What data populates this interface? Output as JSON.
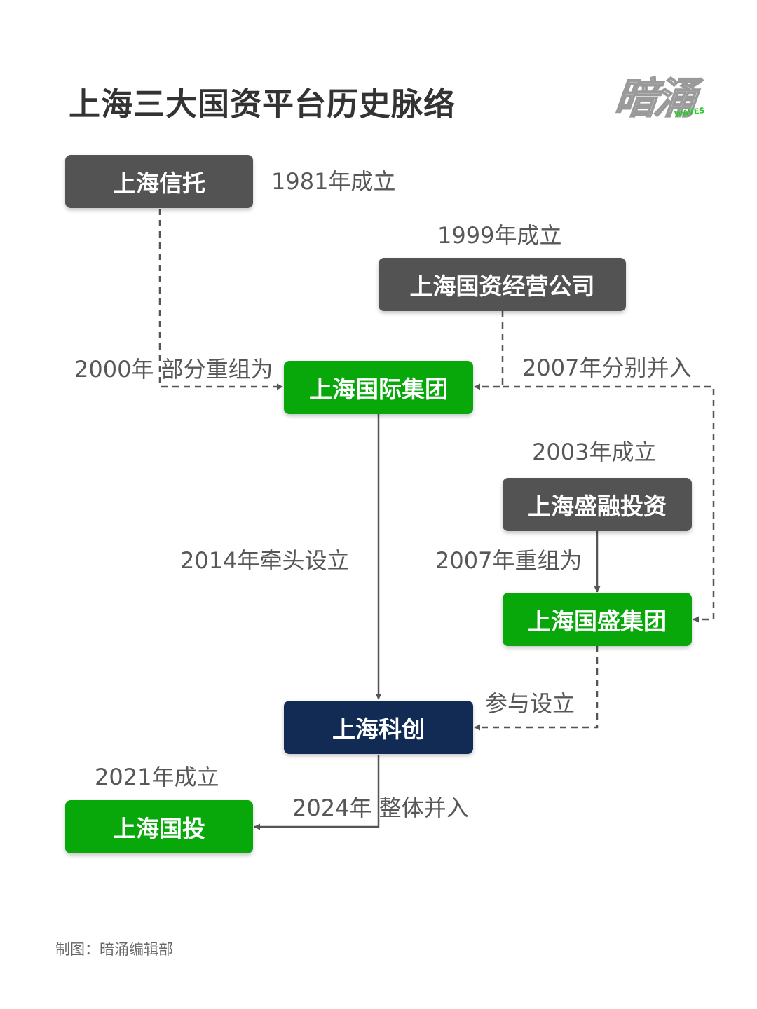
{
  "title": "上海三大国资平台历史脉络",
  "logo": {
    "text": "暗涌",
    "sub": "WAVES"
  },
  "nodes": {
    "shanghai_trust": "上海信托",
    "state_asset_mgmt": "上海国资经营公司",
    "international_group": "上海国际集团",
    "shengrong_invest": "上海盛融投资",
    "guosheng_group": "上海国盛集团",
    "kechuang": "上海科创",
    "guotou": "上海国投"
  },
  "labels": {
    "trust_founded": "1981年成立",
    "asset_mgmt_founded": "1999年成立",
    "reorg_2000": "2000年 部分重组为",
    "merge_2007": "2007年分别并入",
    "shengrong_founded": "2003年成立",
    "lead_2014": "2014年牵头设立",
    "reorg_2007": "2007年重组为",
    "participate": "参与设立",
    "guotou_founded": "2021年成立",
    "merge_2024": "2024年  整体并入"
  },
  "footer": "制图：暗涌编辑部",
  "colors": {
    "gray": "#535353",
    "green": "#08a80b",
    "navy": "#112b54",
    "line": "#555555"
  }
}
